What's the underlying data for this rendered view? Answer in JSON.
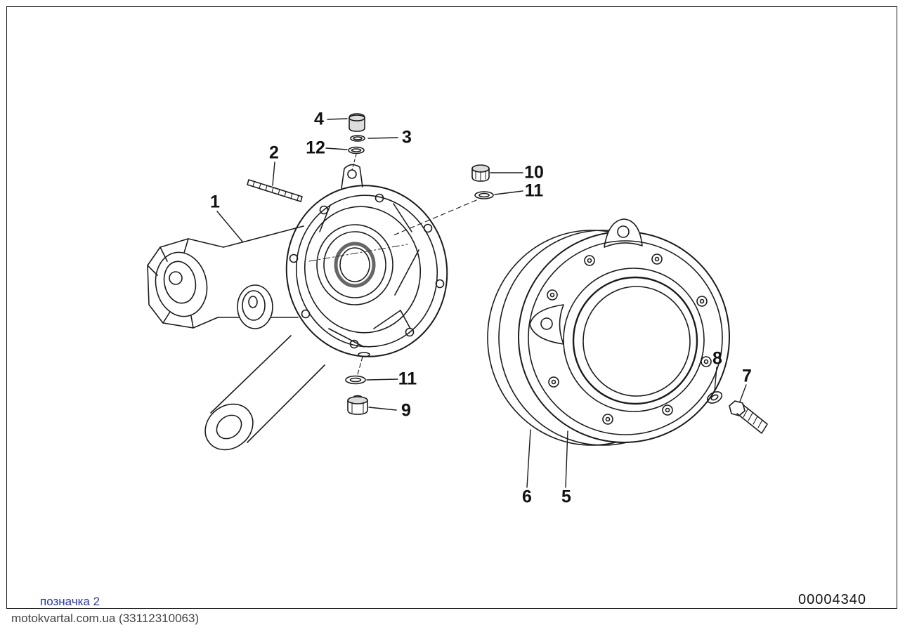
{
  "diagram": {
    "catalog_number": "00004340",
    "callouts": [
      {
        "label": "1"
      },
      {
        "label": "2"
      },
      {
        "label": "4"
      },
      {
        "label": "12"
      },
      {
        "label": "3"
      },
      {
        "label": "10"
      },
      {
        "label": "11"
      },
      {
        "label": "11"
      },
      {
        "label": "9"
      },
      {
        "label": "8"
      },
      {
        "label": "7"
      },
      {
        "label": "6"
      },
      {
        "label": "5"
      }
    ]
  },
  "footer": {
    "link_label": "позначка 2",
    "watermark": "motokvartal.com.ua (33112310063)"
  },
  "colors": {
    "ink": "#1a1a1a",
    "link": "#2233cc",
    "watermark": "#444444"
  }
}
